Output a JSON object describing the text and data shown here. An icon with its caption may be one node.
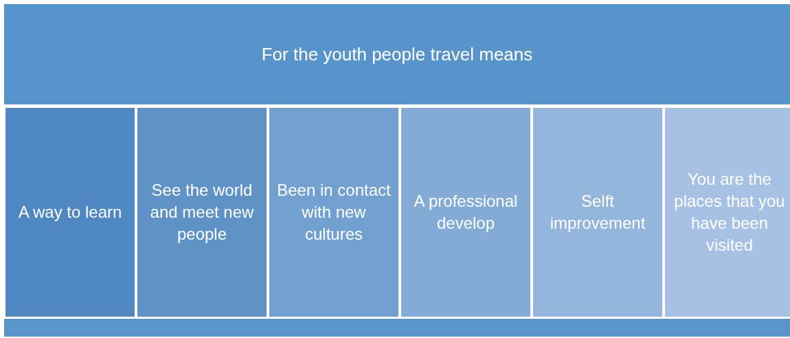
{
  "diagram": {
    "nodes": [
      {
        "text": [
          "For the youth people travel means"
        ]
      },
      {
        "text": [
          "A way to learn"
        ]
      },
      {
        "text": [
          "See the world and meet new people"
        ]
      },
      {
        "text": [
          "Been in contact with new cultures"
        ]
      },
      {
        "text": [
          "A professional develop"
        ]
      },
      {
        "text": [
          "Selft improvement"
        ]
      },
      {
        "text": [
          "You are the places that you have been visited"
        ]
      },
      {
        "text": [],
        "shape": "bar"
      }
    ]
  }
}
